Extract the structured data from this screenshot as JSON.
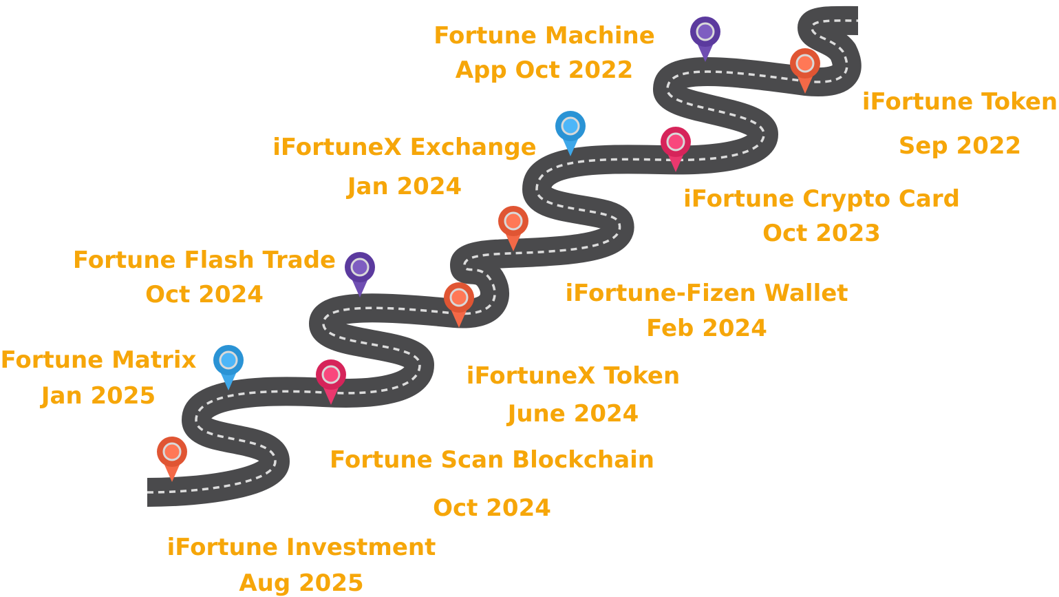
{
  "colors": {
    "road": "#4a4a4c",
    "dash": "#dcdcdc",
    "label": "#f6a609"
  },
  "milestones": [
    {
      "id": "investment",
      "line1": "iFortune Investment",
      "line2": "Aug 2025",
      "pin_color": "#e05533"
    },
    {
      "id": "matrix",
      "line1": "Fortune Matrix",
      "line2": "Jan 2025",
      "pin_color": "#2a93d5"
    },
    {
      "id": "scan",
      "line1": "Fortune Scan Blockchain",
      "line2": "Oct 2024",
      "pin_color": "#d6245a"
    },
    {
      "id": "flash",
      "line1": "Fortune Flash Trade",
      "line2": "Oct  2024",
      "pin_color": "#5b3a9e"
    },
    {
      "id": "xtoken",
      "line1": "iFortuneX Token",
      "line2": "June 2024",
      "pin_color": "#e05533"
    },
    {
      "id": "fizen",
      "line1": "iFortune-Fizen Wallet",
      "line2": "Feb 2024",
      "pin_color": "#e05533"
    },
    {
      "id": "exchange",
      "line1": "iFortuneX Exchange",
      "line2": "Jan 2024",
      "pin_color": "#2a93d5"
    },
    {
      "id": "card",
      "line1": "iFortune Crypto Card",
      "line2": "Oct 2023",
      "pin_color": "#d6245a"
    },
    {
      "id": "machine",
      "line1": "Fortune Machine",
      "line2": "App Oct 2022",
      "pin_color": "#5b3a9e"
    },
    {
      "id": "token",
      "line1": "iFortune Token",
      "line2": "Sep 2022",
      "pin_color": "#e05533"
    }
  ]
}
